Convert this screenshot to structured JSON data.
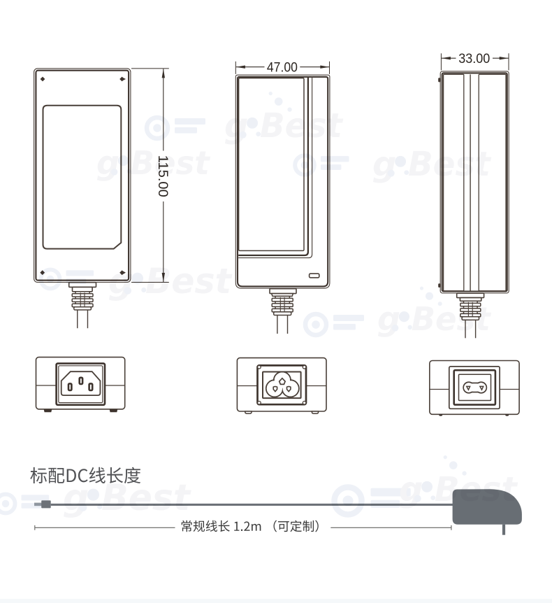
{
  "page": {
    "type": "product specification drawing",
    "subject": "desktop power adapter dimensional drawing",
    "background_color": "#ffffff",
    "footer_band_color": "#f5f8fa"
  },
  "drawing": {
    "dimensions": {
      "height": "115.00",
      "width": "47.00",
      "depth": "33.00"
    },
    "views": [
      {
        "id": "front-view",
        "label": "front view with label recess and 4 corner screws",
        "dimension": "115.00"
      },
      {
        "id": "side-view",
        "label": "side view with LED window",
        "dimension": "47.00"
      },
      {
        "id": "edge-view",
        "label": "edge view with case seam",
        "dimension": "33.00"
      }
    ],
    "inlets": [
      {
        "id": "inlet-view-c14",
        "label": "IEC C14 3-pin AC inlet"
      },
      {
        "id": "inlet-view-c6",
        "label": "IEC C6 cloverleaf AC inlet"
      },
      {
        "id": "inlet-view-c8",
        "label": "IEC C8 figure-8 AC inlet"
      }
    ]
  },
  "cable_section": {
    "title": "标配DC线长度",
    "length_note": "常规线长 1.2m （可定制）"
  },
  "watermark": {
    "brand": "goBest",
    "display": "g●Best",
    "text_color": "#f4f4f6",
    "logo_color": "#eef1f7"
  }
}
